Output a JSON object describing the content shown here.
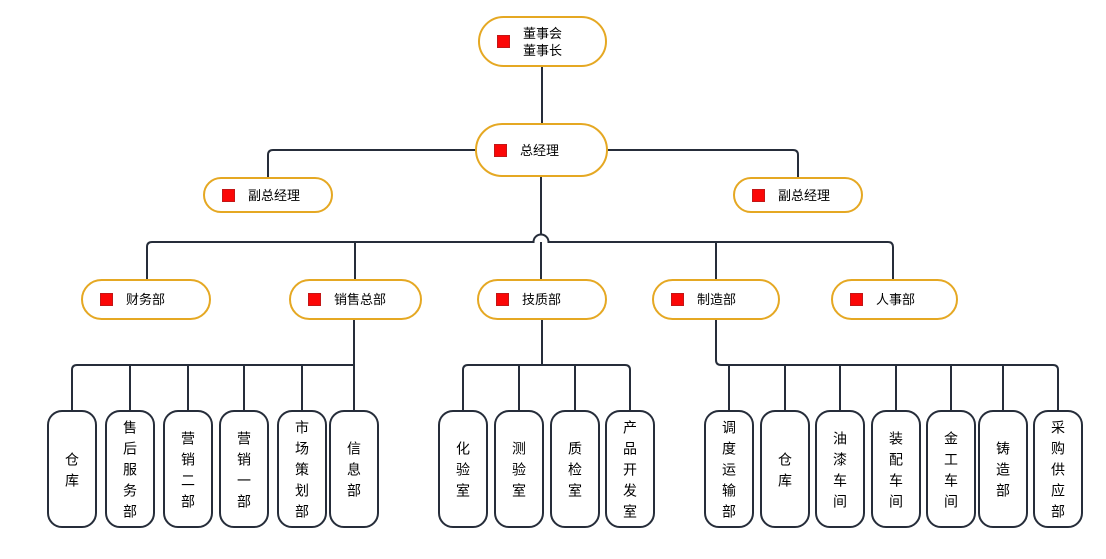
{
  "colors": {
    "node_border": "#e5a823",
    "connector_line": "#262d3a",
    "marker_fill": "#fb0707",
    "marker_border": "#c21717",
    "text": "#000000",
    "background": "#ffffff"
  },
  "icons": {
    "node_marker": "red-square"
  },
  "org": {
    "chairman": {
      "label": "董事会\n董事长"
    },
    "general_manager": {
      "label": "总经理"
    },
    "deputy_general_managers": [
      {
        "label": "副总经理"
      },
      {
        "label": "副总经理"
      }
    ],
    "departments": [
      {
        "label": "财务部",
        "children": []
      },
      {
        "label": "销售总部",
        "children": [
          "仓库",
          "售后服务部",
          "营销二部",
          "营销一部",
          "市场策划部",
          "信息部"
        ]
      },
      {
        "label": "技质部",
        "children": [
          "化验室",
          "测验室",
          "质检室",
          "产品开发室"
        ]
      },
      {
        "label": "制造部",
        "children": [
          "调度运输部",
          "仓库",
          "油漆车间",
          "装配车间",
          "金工车间",
          "铸造部",
          "采购供应部"
        ]
      },
      {
        "label": "人事部",
        "children": []
      }
    ]
  }
}
